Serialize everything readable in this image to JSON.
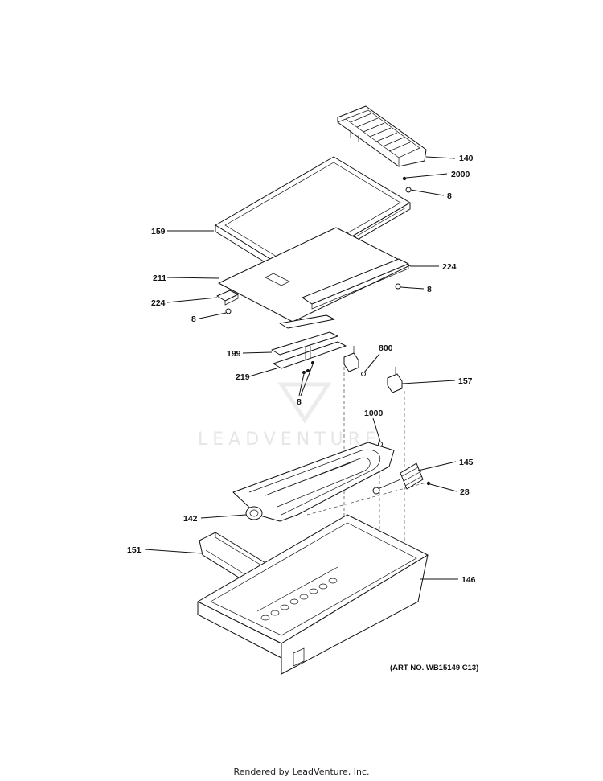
{
  "diagram": {
    "art_number": "(ART NO. WB15149 C13)",
    "watermark": "LEADVENTURE",
    "footer": "Rendered by LeadVenture, Inc.",
    "callouts": {
      "c140": "140",
      "c2000": "2000",
      "c8a": "8",
      "c159": "159",
      "c224a": "224",
      "c211": "211",
      "c8b": "8",
      "c224b": "224",
      "c8c": "8",
      "c800": "800",
      "c199": "199",
      "c157": "157",
      "c219": "219",
      "c8d": "8",
      "c1000": "1000",
      "c145": "145",
      "c28": "28",
      "c142": "142",
      "c151": "151",
      "c146": "146"
    }
  }
}
